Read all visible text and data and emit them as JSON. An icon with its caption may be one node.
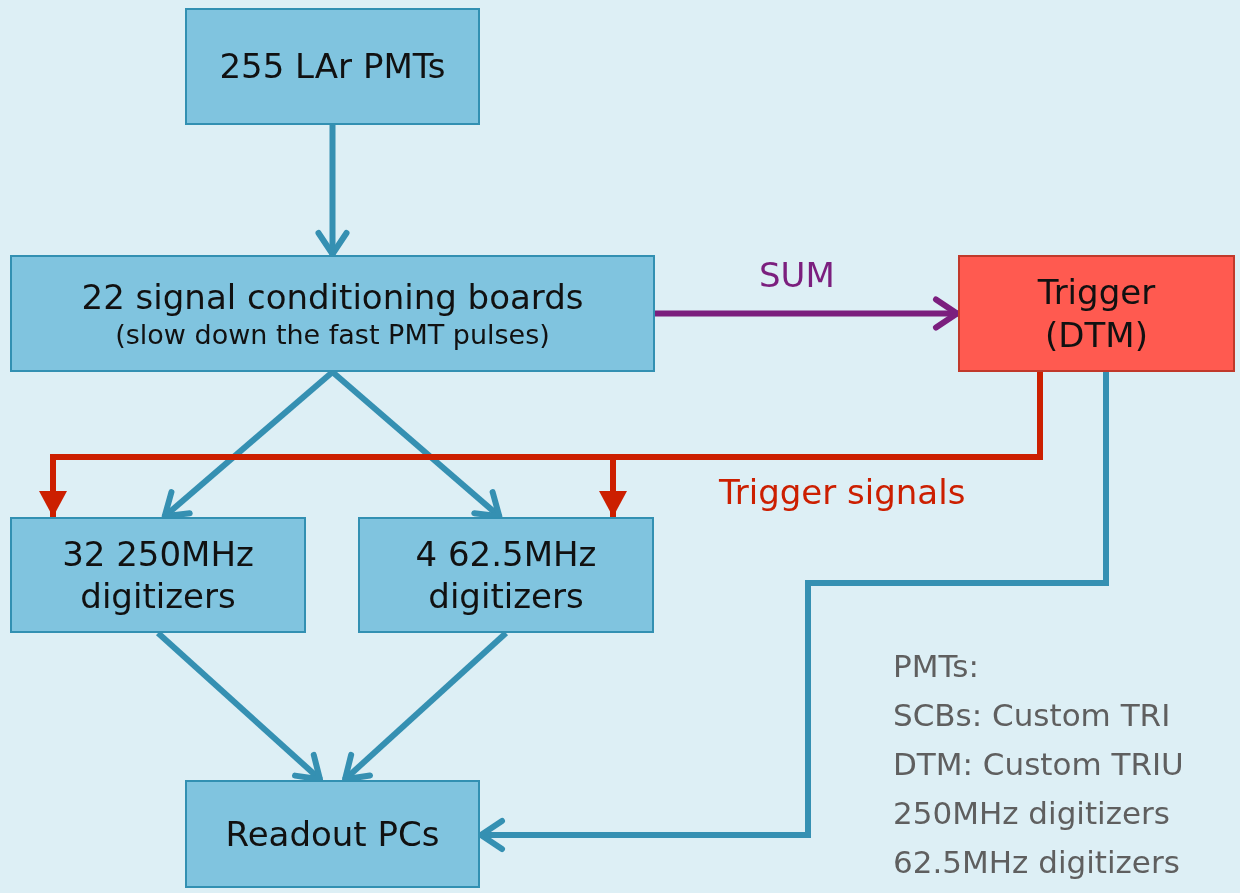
{
  "diagram": {
    "nodes": [
      {
        "text": [
          "255 LAr PMTs"
        ]
      },
      {
        "text": [
          "22 signal conditioning boards",
          "(slow down the fast PMT pulses)"
        ]
      },
      {
        "text": [
          "Trigger (DTM)"
        ]
      },
      {
        "text": [
          "32 250MHz digitizers"
        ]
      },
      {
        "text": [
          "4 62.5MHz digitizers"
        ]
      },
      {
        "text": [
          "Readout PCs"
        ]
      }
    ],
    "edges": [
      {
        "from": 0,
        "to": 1,
        "arrow": "to"
      },
      {
        "from": 1,
        "to": 2,
        "arrow": "to",
        "label": "SUM",
        "color": "#7b1f7e"
      },
      {
        "from": 1,
        "to": 3,
        "arrow": "to"
      },
      {
        "from": 1,
        "to": 4,
        "arrow": "to"
      },
      {
        "from": 2,
        "to": 3,
        "arrow": "to",
        "label": "Trigger signals",
        "color": "#cc1f00"
      },
      {
        "from": 2,
        "to": 4,
        "arrow": "to",
        "color": "#cc1f00"
      },
      {
        "from": 3,
        "to": 5,
        "arrow": "to"
      },
      {
        "from": 4,
        "to": 5,
        "arrow": "to"
      },
      {
        "from": 2,
        "to": 5,
        "arrow": "to"
      }
    ],
    "labels": [
      "PMTs:",
      "SCBs: Custom TRI",
      "DTM: Custom TRIU",
      "250MHz digitizers",
      "62.5MHz digitizers"
    ]
  }
}
